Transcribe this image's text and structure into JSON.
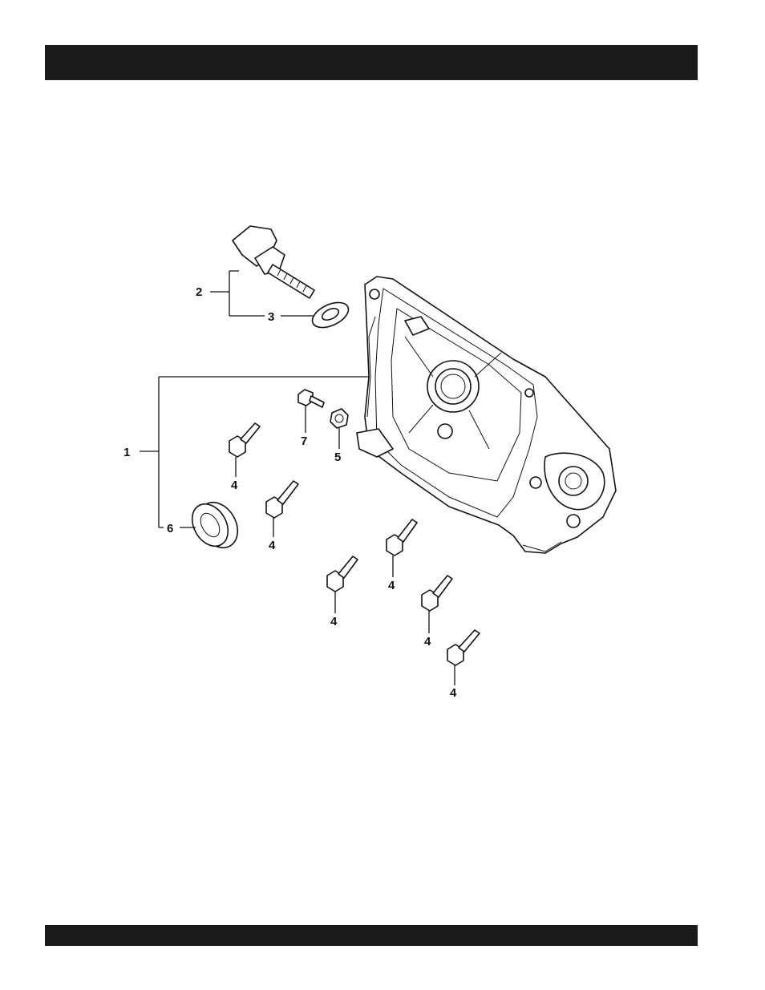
{
  "callouts": {
    "c1": "1",
    "c2": "2",
    "c3": "3",
    "c4a": "4",
    "c4b": "4",
    "c4c": "4",
    "c4d": "4",
    "c4e": "4",
    "c4f": "4",
    "c5": "5",
    "c6": "6",
    "c7": "7"
  }
}
